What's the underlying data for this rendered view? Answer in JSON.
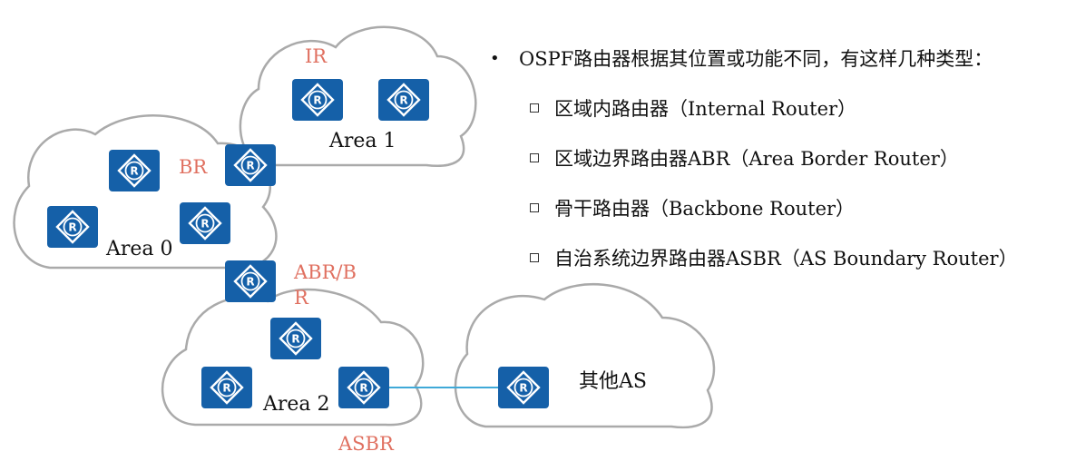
{
  "colors": {
    "router_fill": "#1560a8",
    "cloud_stroke": "#aaaaaa",
    "link": "#3fa9d8",
    "role_label": "#e07060",
    "text": "#111111"
  },
  "areas": {
    "area0": "Area 0",
    "area1": "Area 1",
    "area2": "Area 2",
    "other_as": "其他AS"
  },
  "roles": {
    "ir": "IR",
    "br": "BR",
    "abr_br_line1": "ABR/B",
    "abr_br_line2": "R",
    "asbr": "ASBR"
  },
  "router_icon": "router-icon",
  "bullets": {
    "heading": "OSPF路由器根据其位置或功能不同，有这样几种类型：",
    "items": [
      "区域内路由器（Internal Router）",
      "区域边界路由器ABR（Area Border Router）",
      "骨干路由器（Backbone Router）",
      "自治系统边界路由器ASBR（AS Boundary Router）"
    ]
  }
}
